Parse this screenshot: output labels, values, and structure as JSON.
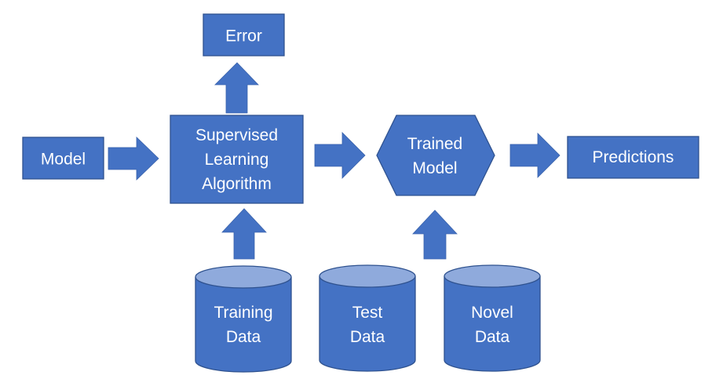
{
  "diagram": {
    "colors": {
      "fill": "#4472c4",
      "border": "#2f528f",
      "cylinder_top": "#8faadc",
      "text": "#ffffff"
    },
    "nodes": {
      "model": {
        "lines": [
          "Model"
        ],
        "shape": "rectangle"
      },
      "error": {
        "lines": [
          "Error"
        ],
        "shape": "rectangle"
      },
      "algorithm": {
        "lines": [
          "Supervised",
          "Learning",
          "Algorithm"
        ],
        "shape": "rectangle"
      },
      "trained_model": {
        "lines": [
          "Trained",
          "Model"
        ],
        "shape": "hexagon"
      },
      "predictions": {
        "lines": [
          "Predictions"
        ],
        "shape": "rectangle"
      },
      "training_data": {
        "lines": [
          "Training",
          "Data"
        ],
        "shape": "cylinder"
      },
      "test_data": {
        "lines": [
          "Test",
          "Data"
        ],
        "shape": "cylinder"
      },
      "novel_data": {
        "lines": [
          "Novel",
          "Data"
        ],
        "shape": "cylinder"
      }
    },
    "edges": [
      {
        "from": "model",
        "to": "algorithm"
      },
      {
        "from": "algorithm",
        "to": "error"
      },
      {
        "from": "training_data",
        "to": "algorithm"
      },
      {
        "from": "algorithm",
        "to": "trained_model"
      },
      {
        "from": "novel_data",
        "to": "trained_model"
      },
      {
        "from": "trained_model",
        "to": "predictions"
      }
    ]
  }
}
